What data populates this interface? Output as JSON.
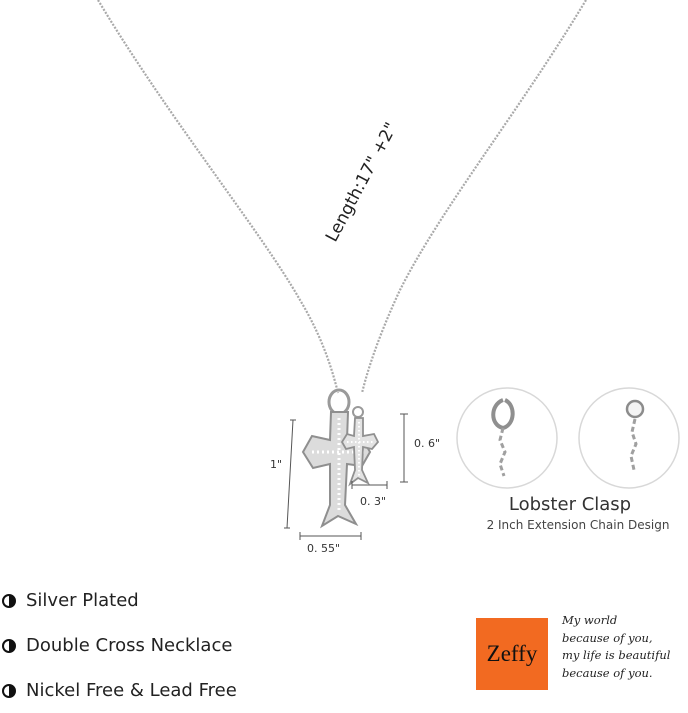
{
  "product": {
    "length_label": "Length:17\" +2\"",
    "dimensions": {
      "big_height": "1\"",
      "big_width": "0. 55\"",
      "small_height": "0. 6\"",
      "small_width": "0. 3\""
    },
    "clasp_title": "Lobster Clasp",
    "clasp_subtitle": "2 Inch Extension Chain Design"
  },
  "features": [
    {
      "label": "Silver Plated",
      "icon": "half-circle-icon"
    },
    {
      "label": "Double Cross Necklace",
      "icon": "half-circle-icon"
    },
    {
      "label": "Nickel Free & Lead Free",
      "icon": "half-circle-icon"
    }
  ],
  "brand": {
    "logo_text": "Zeffy",
    "logo_color": "#f26a21",
    "slogan": [
      "My world",
      "because of you,",
      "my life is beautiful",
      "because of you."
    ]
  }
}
